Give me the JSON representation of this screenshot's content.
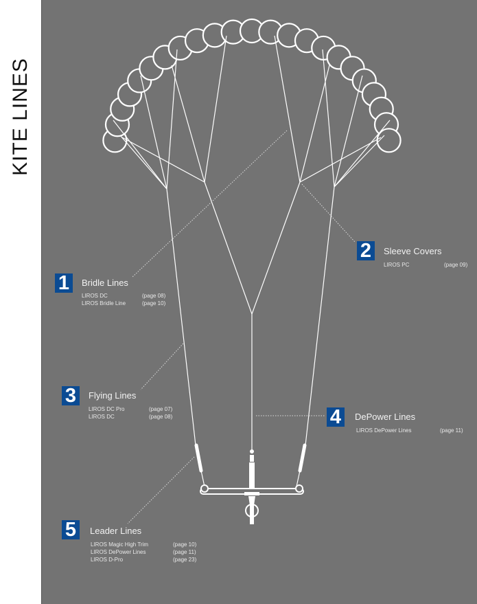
{
  "page_title": "KITE LINES",
  "colors": {
    "background": "#737373",
    "badge": "#0b4b93",
    "lines": "#ffffff"
  },
  "callouts": [
    {
      "number": "1",
      "title": "Bridle Lines",
      "items": [
        {
          "name": "LIROS DC",
          "page": "(page 08)"
        },
        {
          "name": "LIROS Bridle Line",
          "page": "(page 10)"
        }
      ]
    },
    {
      "number": "2",
      "title": "Sleeve Covers",
      "items": [
        {
          "name": "LIROS PC",
          "page": "(page 09)"
        }
      ]
    },
    {
      "number": "3",
      "title": "Flying Lines",
      "items": [
        {
          "name": "LIROS DC Pro",
          "page": "(page 07)"
        },
        {
          "name": "LIROS DC",
          "page": "(page 08)"
        }
      ]
    },
    {
      "number": "4",
      "title": "DePower Lines",
      "items": [
        {
          "name": "LIROS DePower Lines",
          "page": "(page 11)"
        }
      ]
    },
    {
      "number": "5",
      "title": "Leader Lines",
      "items": [
        {
          "name": "LIROS Magic High Trim",
          "page": "(page 10)"
        },
        {
          "name": "LIROS DePower Lines",
          "page": "(page 11)"
        },
        {
          "name": "LIROS D-Pro",
          "page": "(page 23)"
        }
      ]
    }
  ]
}
